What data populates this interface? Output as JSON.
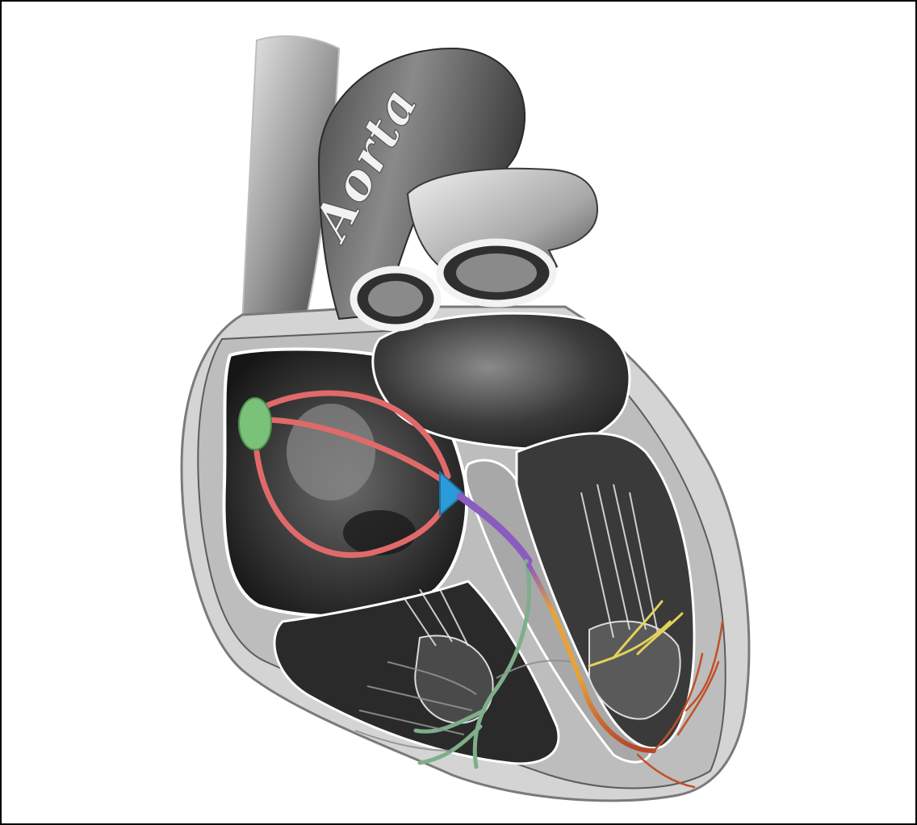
{
  "diagram": {
    "label_aorta": "Aorta",
    "colors": {
      "frame": "#000000",
      "background": "#ffffff",
      "sa_node": "#7ac17a",
      "internodal_pathways": "#e06a6a",
      "av_node": "#2a9bd8",
      "bundle_of_his": "#8a5cc0",
      "right_bundle_branch": "#7fae8a",
      "left_bundle_branch": "#e8a23a",
      "purkinje_fibers": "#c0502a",
      "purkinje_fibers_left": "#e3d25a"
    },
    "icons": [
      "heart-cross-section",
      "sa-node",
      "av-node",
      "internodal-pathways",
      "bundle-of-his",
      "bundle-branches",
      "purkinje-fibers"
    ]
  }
}
